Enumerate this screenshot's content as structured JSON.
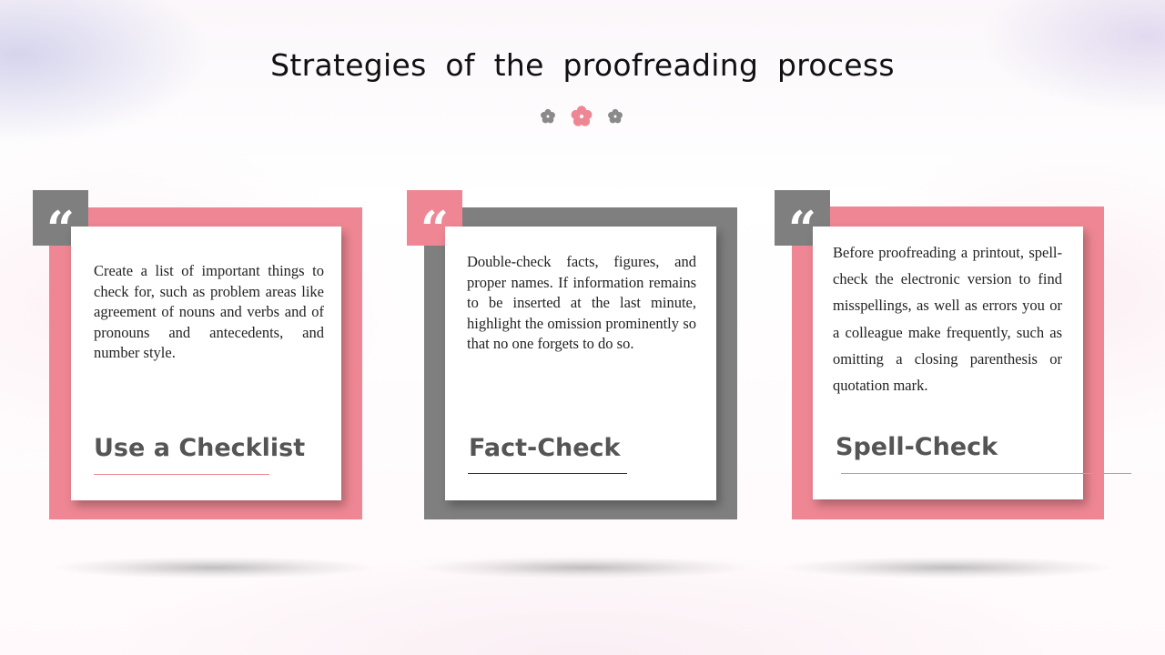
{
  "title": "Strategies of the proofreading process",
  "colors": {
    "pink": "#ee8793",
    "gray": "#7f7f7f",
    "flower_gray": "#8a8a8a",
    "flower_pink": "#ee8793"
  },
  "icons": {
    "ornament": [
      "flower-icon",
      "flower-icon",
      "flower-icon"
    ],
    "quote": "quote-mark-icon"
  },
  "cards": [
    {
      "quote_mark": "“",
      "body": "Create a list of important things to check for, such as problem areas like agreement of nouns and verbs and of pronouns and antecedents, and number style.",
      "heading": "Use a Checklist"
    },
    {
      "quote_mark": "“",
      "body": "Double-check facts, figures, and proper names. If information remains to be inserted at the last minute, highlight the omission prominently so that no one forgets to do so.",
      "heading": "Fact-Check"
    },
    {
      "quote_mark": "“",
      "body": "Before proofreading a printout, spell-check the electronic version to find misspellings, as well as errors you or a colleague make frequently, such as omitting a closing parenthesis or quotation mark.",
      "heading": "Spell-Check"
    }
  ]
}
